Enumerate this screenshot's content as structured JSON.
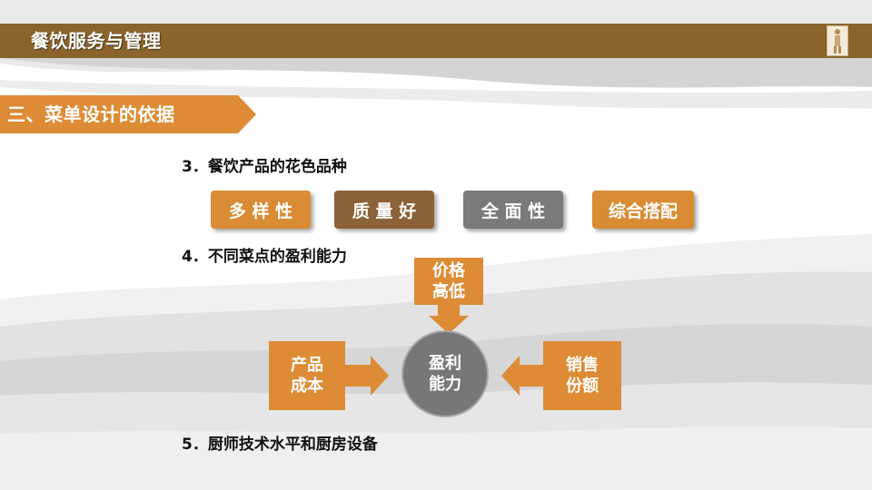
{
  "header": {
    "title": "餐饮服务与管理"
  },
  "section": {
    "heading": "三、菜单设计的依据"
  },
  "points": [
    {
      "text": "3．餐饮产品的花色品种"
    },
    {
      "text": "4．不同菜点的盈利能力"
    },
    {
      "text": "5．厨师技术水平和厨房设备"
    }
  ],
  "tags": [
    {
      "label": "多 样 性"
    },
    {
      "label": "质 量 好"
    },
    {
      "label": "全 面 性"
    },
    {
      "label": "综合搭配"
    }
  ],
  "diagram": {
    "top": {
      "line1": "价格",
      "line2": "高低"
    },
    "left": {
      "line1": "产品",
      "line2": "成本"
    },
    "right": {
      "line1": "销售",
      "line2": "份额"
    },
    "center": {
      "line1": "盈利",
      "line2": "能力"
    }
  },
  "colors": {
    "title_bar": "#8a642c",
    "accent_orange": "#dd8c35",
    "tag_brown": "#8c6238",
    "tag_gray": "#7a7a7a",
    "circle": "#777777"
  }
}
